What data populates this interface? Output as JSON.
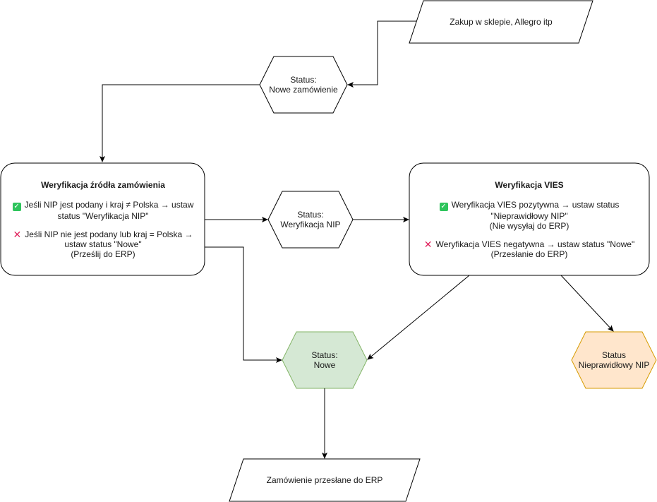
{
  "nodes": {
    "purchase": {
      "text": "Zakup w sklepie, Allegro itp"
    },
    "status_new_order": {
      "line1": "Status:",
      "line2": "Nowe zamówienie"
    },
    "source_verification": {
      "title": "Weryfikacja źródła zamówienia",
      "rule_yes": {
        "icon": "check-icon",
        "line1": "Jeśli NIP jest podany i kraj ≠ Polska → ustaw",
        "line2": "status \"Weryfikacja NIP\""
      },
      "rule_no": {
        "icon": "cross-icon",
        "line1": "Jeśli NIP nie jest podany lub kraj = Polska →",
        "line2": "ustaw status \"Nowe\"",
        "line3": "(Prześlij do ERP)"
      }
    },
    "status_nip_verification": {
      "line1": "Status:",
      "line2": "Weryfikacja NIP"
    },
    "vies_verification": {
      "title": "Weryfikacja VIES",
      "rule_yes": {
        "icon": "check-icon",
        "line1": "Weryfikacja VIES pozytywna → ustaw status",
        "line2": "\"Nieprawidłowy NIP\"",
        "line3": "(Nie wysyłaj do ERP)"
      },
      "rule_no": {
        "icon": "cross-icon",
        "line1": "Weryfikacja VIES negatywna → ustaw status \"Nowe\"",
        "line2": "(Przesłanie do ERP)"
      }
    },
    "status_new": {
      "line1": "Status:",
      "line2": "Nowe"
    },
    "status_invalid_nip": {
      "line1": "Status",
      "line2": "Nieprawidłowy NIP"
    },
    "sent_to_erp": {
      "text": "Zamówienie przesłane do ERP"
    }
  },
  "colors": {
    "stroke": "#000000",
    "status_new_fill": "#d5e8d4",
    "status_new_stroke": "#82b366",
    "invalid_nip_fill": "#ffe6cc",
    "invalid_nip_stroke": "#d79b00",
    "check_green": "#2ec45c",
    "cross_red": "#e0245e"
  }
}
